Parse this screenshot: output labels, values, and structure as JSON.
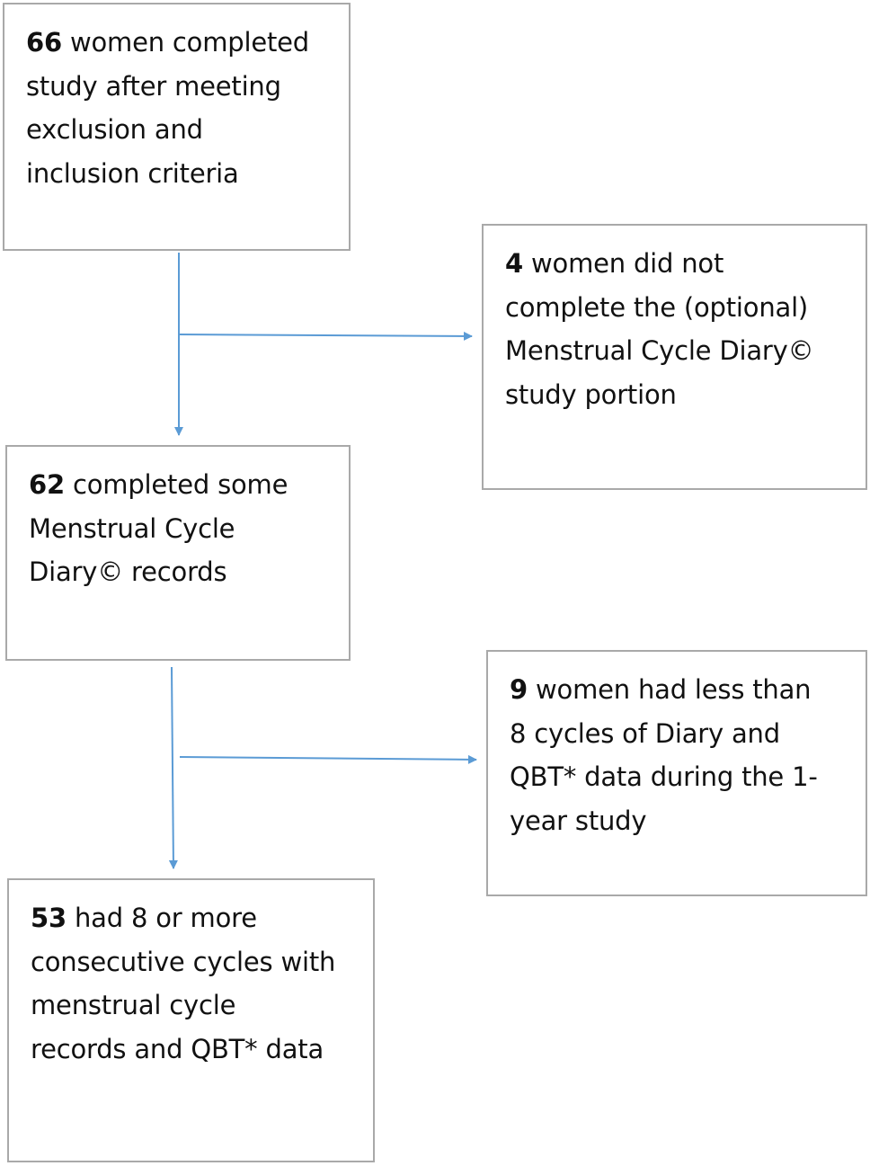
{
  "flowchart": {
    "nodes": [
      {
        "id": "completed-study",
        "count": "66",
        "lines": [
          " women completed",
          "study after meeting",
          "exclusion and",
          "inclusion criteria"
        ]
      },
      {
        "id": "no-diary",
        "count": "4",
        "lines": [
          " women did not",
          "complete the (optional)",
          "Menstrual Cycle Diary©",
          "study portion"
        ]
      },
      {
        "id": "some-diary",
        "count": "62",
        "lines": [
          " completed some",
          "Menstrual Cycle",
          "Diary© records"
        ]
      },
      {
        "id": "few-cycles",
        "count": "9",
        "lines": [
          " women had less than",
          "8 cycles of Diary and",
          "QBT* data during the 1-",
          "year study"
        ]
      },
      {
        "id": "eight-plus-cycles",
        "count": "53",
        "lines": [
          " had 8 or more",
          "consecutive cycles with",
          "menstrual cycle",
          "records and QBT* data"
        ]
      }
    ],
    "edges": [
      {
        "from": "completed-study",
        "to": "some-diary"
      },
      {
        "from": "completed-study",
        "to": "no-diary"
      },
      {
        "from": "some-diary",
        "to": "eight-plus-cycles"
      },
      {
        "from": "some-diary",
        "to": "few-cycles"
      }
    ],
    "colors": {
      "arrow": "#5b9bd5",
      "box_border": "#a9a9a9",
      "text": "#111111"
    }
  }
}
